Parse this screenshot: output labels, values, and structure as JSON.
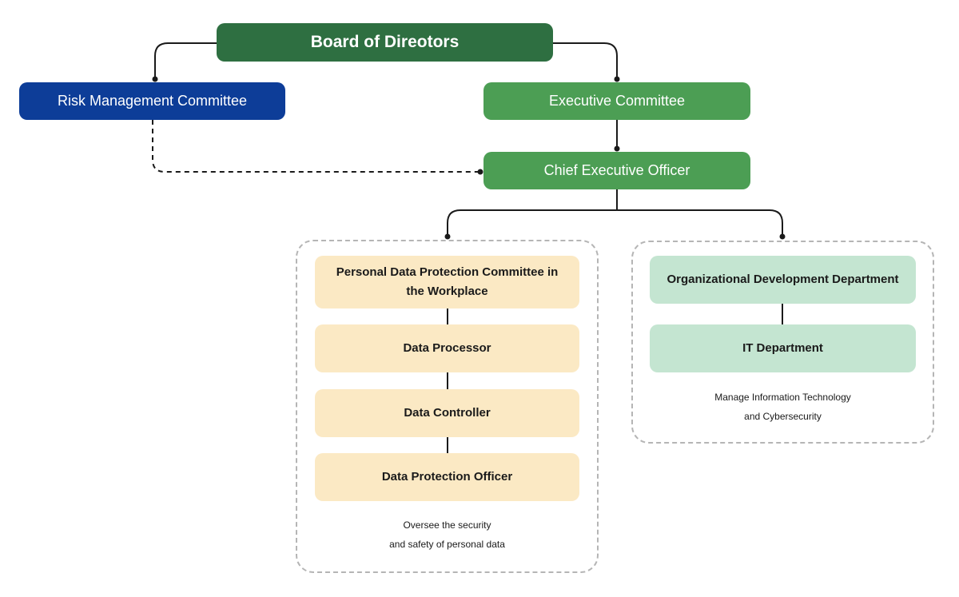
{
  "nodes": {
    "board": "Board of Direotors",
    "risk": "Risk Management Committee",
    "executive": "Executive Committee",
    "ceo": "Chief Executive Officer",
    "pdp_committee": "Personal Data Protection Committee in the Workplace",
    "data_processor": "Data Processor",
    "data_controller": "Data Controller",
    "dpo": "Data Protection Officer",
    "org_dev": "Organizational Development Department",
    "it_dept": "IT Department"
  },
  "captions": {
    "left": [
      "Oversee the security",
      "and safety of personal data"
    ],
    "right": [
      "Manage Information Technology",
      "and Cybersecurity"
    ]
  },
  "colors": {
    "board": "#2e6f41",
    "risk": "#0d3d98",
    "executive": "#4c9e54",
    "ceo": "#4c9e54",
    "yellow_box": "#fbe9c4",
    "mint_box": "#c4e5d1",
    "connector": "#1a1a1a",
    "group_border": "#b5b5b5"
  }
}
